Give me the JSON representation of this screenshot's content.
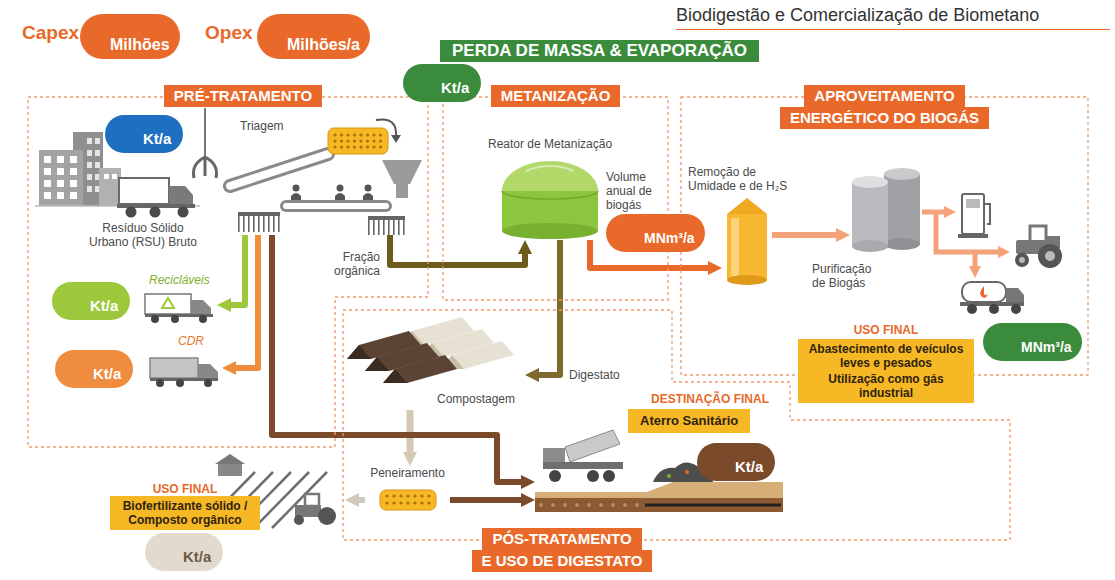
{
  "diagram": {
    "title": "Biodigestão e Comercialização de Biometano",
    "nodes": [
      {
        "text": [
          "Capex",
          "Milhões"
        ]
      },
      {
        "text": [
          "Opex",
          "Milhões/a"
        ]
      },
      {
        "text": [
          "PERDA DE MASSA & EVAPORAÇÃO"
        ]
      },
      {
        "text": [
          "Kt/a"
        ]
      },
      {
        "text": [
          "PRÉ-TRATAMENTO"
        ]
      },
      {
        "text": [
          "Kt/a"
        ],
        "in": 4
      },
      {
        "text": [
          "Resíduo Sólido Urbano (RSU) Bruto"
        ],
        "in": 4
      },
      {
        "text": [
          "Triagem"
        ],
        "in": 4
      },
      {
        "text": [
          "Kt/a"
        ],
        "in": 4
      },
      {
        "text": [
          "Recicláveis"
        ],
        "in": 4
      },
      {
        "text": [
          "Kt/a"
        ],
        "in": 4
      },
      {
        "text": [
          "CDR"
        ],
        "in": 4
      },
      {
        "text": [
          "METANIZAÇÃO"
        ]
      },
      {
        "text": [
          "Reator de Metanização"
        ],
        "in": 12
      },
      {
        "text": [
          "Volume anual de biogás",
          "MNm³/a"
        ],
        "in": 12
      },
      {
        "text": [
          "APROVEITAMENTO",
          "ENERGÉTICO DO BIOGÁS"
        ]
      },
      {
        "text": [
          "Remoção de Umidade e de H₂S"
        ],
        "in": 15
      },
      {
        "text": [
          "Purificação de Biogás"
        ],
        "in": 15
      },
      {
        "text": [
          "USO FINAL",
          "Abastecimento de veículos leves e pesados",
          "Utilização como gás industrial"
        ],
        "in": 15
      },
      {
        "text": [
          "MNm³/a"
        ],
        "in": 15
      },
      {
        "text": [
          "PÓS-TRATAMENTO",
          "E USO DE DIGESTATO"
        ]
      },
      {
        "text": [
          "Compostagem"
        ],
        "in": 20
      },
      {
        "text": [
          "Peneiramento"
        ],
        "in": 20
      },
      {
        "text": [
          "DESTINAÇÃO FINAL",
          "Aterro Sanitário"
        ],
        "in": 20
      },
      {
        "text": [
          "Kt/a"
        ],
        "in": 23
      },
      {
        "text": [
          "USO FINAL",
          "Biofertilizante sólido / Composto orgânico"
        ]
      },
      {
        "text": [
          "Kt/a"
        ]
      }
    ],
    "edges": [
      {
        "from": 7,
        "to": 13,
        "arrow": "to",
        "label": "Fração orgânica"
      },
      {
        "from": 13,
        "to": 21,
        "arrow": "to",
        "label": "Digestato"
      },
      {
        "from": 13,
        "to": 16,
        "arrow": "to"
      },
      {
        "from": 16,
        "to": 17,
        "arrow": "to"
      },
      {
        "from": 21,
        "to": 22,
        "arrow": "to"
      },
      {
        "from": 22,
        "to": 25,
        "arrow": "to"
      },
      {
        "from": 22,
        "to": 23,
        "arrow": "to"
      },
      {
        "from": 7,
        "to": 23,
        "arrow": "to"
      },
      {
        "from": 7,
        "to": 9,
        "arrow": "to"
      },
      {
        "from": 7,
        "to": 11,
        "arrow": "to"
      }
    ]
  }
}
